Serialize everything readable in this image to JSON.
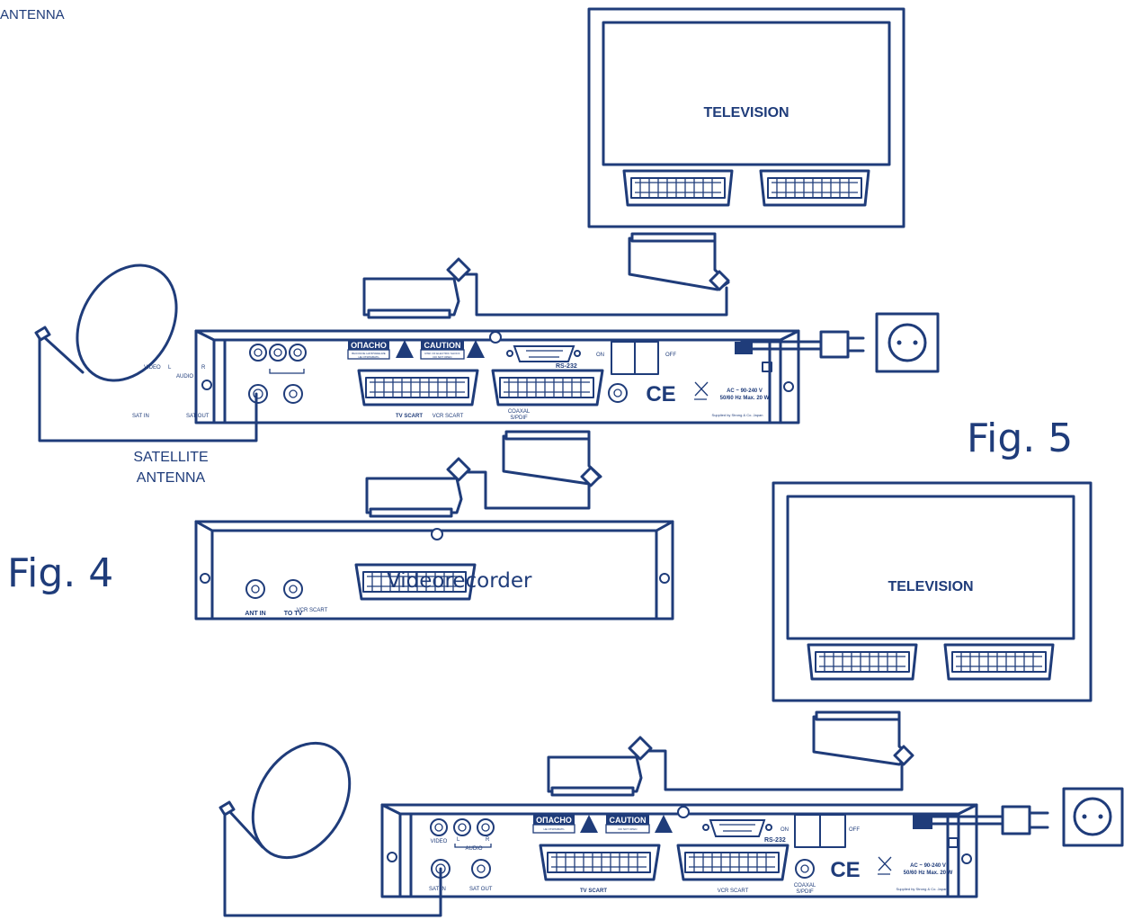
{
  "colors": {
    "stroke": "#1f3c7a",
    "background": "#ffffff"
  },
  "figures": {
    "fig4": "Fig. 4",
    "fig5": "Fig. 5"
  },
  "top_partial_label": "ANTENNA",
  "television_label": "TELEVISION",
  "antenna_label_line1": "SATELLITE",
  "antenna_label_line2": "ANTENNA",
  "receiver": {
    "warning_ru": "ОПАСНО",
    "warning_ru_sub1": "ВЫСОКОЕ НАПРЯЖЕНИЕ",
    "warning_ru_sub2": "НЕ ОТКРЫВАТЬ",
    "warning_en": "CAUTION",
    "warning_en_sub1": "RISK OF ELECTRIC SHOCK",
    "warning_en_sub2": "DO NOT OPEN",
    "rs232": "RS-232",
    "on": "ON",
    "off": "OFF",
    "ce": "CE",
    "power1": "AC ~ 90-240 V",
    "power2": "50/60 Hz Max. 20 W",
    "supplied": "Supplied by Strong & Co. Japan",
    "video": "VIDEO",
    "audio": "AUDIO",
    "l": "L",
    "r": "R",
    "sat_in": "SAT IN",
    "sat_out": "SAT OUT",
    "tv_scart": "TV SCART",
    "vcr_scart": "VCR SCART",
    "coaxal": "COAXAL",
    "spdif": "S/PDIF"
  },
  "vcr": {
    "title": "Videorecorder",
    "ant_in": "ANT IN",
    "to_tv": "TO TV",
    "vcr_scart": "VCR SCART"
  }
}
